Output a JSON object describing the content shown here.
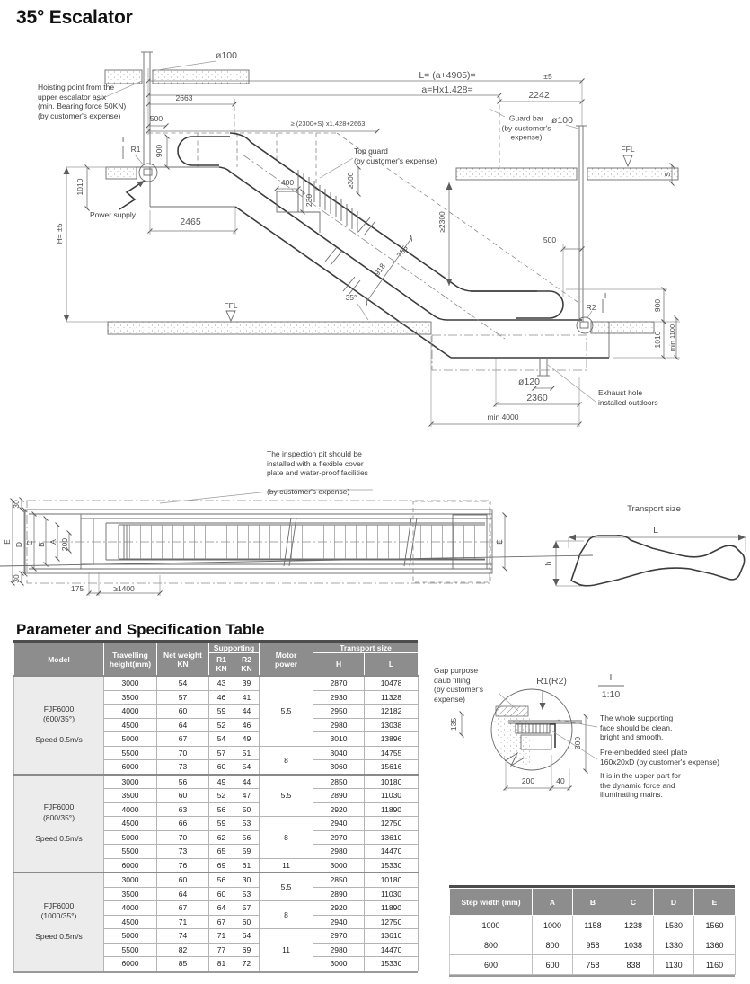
{
  "page": {
    "title": "35° Escalator",
    "table_heading": "Parameter and Specification Table"
  },
  "side_view": {
    "dia100_top": "ø100",
    "hoist_note": "Hoisting point from the\nupper escalator asix\n(min. Bearing force 50KN)\n(by customer's expense)",
    "dim_L": "L= (a+4905)=",
    "tol_L": "±5",
    "dim_a": "a=Hx1.428=",
    "dim_2242": "2242",
    "dim_2663": "2663",
    "formula": "≥ (2300+S) x1.428+2663",
    "dim_500_top": "500",
    "dim_900_left": "900",
    "r1": "R1",
    "section_left": "I",
    "guard_bar": "Guard bar\n(by customer's\nexpense)",
    "dia100_right": "ø100",
    "ffl_right": "FFL",
    "s_right": "S",
    "top_guard": "Top guard\n(by customer's expense)",
    "dim_ge300": "≥300",
    "dim_400": "400",
    "dim_230": "230",
    "dim_ge2300": "≥2300",
    "dim_500_right": "500",
    "power_supply": "Power supply",
    "dim_1010_left": "1010",
    "dim_2465": "2465",
    "dim_H": "H= ±5",
    "ffl_bottom": "FFL",
    "dim_765": "765",
    "dim_918": "918",
    "angle": "35°",
    "r2": "R2",
    "section_right": "I",
    "dim_900_right": "900",
    "dim_1010_right": "1010",
    "dim_min1100": "min 1100",
    "dia120": "ø120",
    "dim_2360": "2360",
    "dim_min4000": "min 4000",
    "exhaust_note": "Exhaust hole\ninstalled outdoors"
  },
  "plan_view": {
    "pit_note": "The inspection pit should be\ninstalled with a flexible cover\nplate and water-proof facilities",
    "pit_note2": "(by customer's expense)",
    "dim_30_top": "30",
    "dim_E": "E",
    "dim_D": "D",
    "dim_C": "C",
    "dim_B": "B",
    "dim_A": "A",
    "dim_200": "200",
    "dim_30_bottom": "30",
    "dim_175": "175",
    "dim_1400": "≥1400",
    "dim_E_right": "E"
  },
  "transport": {
    "title": "Transport size",
    "dim_L": "L",
    "dim_h": "h"
  },
  "detail": {
    "gap_note": "Gap purpose\ndaub filling\n(by customer's\nexpense)",
    "r1r2": "R1(R2)",
    "section": "I",
    "scale": "1:10",
    "dim_135": "135",
    "dim_300": "300",
    "dim_200": "200",
    "dim_40": "40",
    "note1": "The whole supporting\nface should be clean,\nbright and smooth.",
    "note2": "Pre-embedded steel plate\n160x20xD (by customer's expense)",
    "note3": "It is in the upper part for\nthe dynamic force and\nilluminating mains."
  },
  "spec_table": {
    "headers": {
      "model": "Model",
      "height": "Travelling\nheight(mm)",
      "weight": "Net weight\nKN",
      "supporting": "Supporting",
      "r1": "R1\nKN",
      "r2": "R2\nKN",
      "motor": "Motor\npower",
      "transport": "Transport size",
      "h": "H",
      "l": "L"
    },
    "groups": [
      {
        "model": "FJF6000\n(600/35°)\n\nSpeed 0.5m/s",
        "rows": [
          [
            "3000",
            "54",
            "43",
            "39",
            "2870",
            "10478"
          ],
          [
            "3500",
            "57",
            "46",
            "41",
            "2930",
            "11328"
          ],
          [
            "4000",
            "60",
            "59",
            "44",
            "2950",
            "12182"
          ],
          [
            "4500",
            "64",
            "52",
            "46",
            "2980",
            "13038"
          ],
          [
            "5000",
            "67",
            "54",
            "49",
            "3010",
            "13896"
          ],
          [
            "5500",
            "70",
            "57",
            "51",
            "3040",
            "14755"
          ],
          [
            "6000",
            "73",
            "60",
            "54",
            "3060",
            "15616"
          ]
        ],
        "motor": [
          {
            "value": "5.5",
            "span": 5
          },
          {
            "value": "8",
            "span": 2
          }
        ]
      },
      {
        "model": "FJF6000\n(800/35°)\n\nSpeed 0.5m/s",
        "rows": [
          [
            "3000",
            "56",
            "49",
            "44",
            "2850",
            "10180"
          ],
          [
            "3500",
            "60",
            "52",
            "47",
            "2890",
            "11030"
          ],
          [
            "4000",
            "63",
            "56",
            "50",
            "2920",
            "11890"
          ],
          [
            "4500",
            "66",
            "59",
            "53",
            "2940",
            "12750"
          ],
          [
            "5000",
            "70",
            "62",
            "56",
            "2970",
            "13610"
          ],
          [
            "5500",
            "73",
            "65",
            "59",
            "2980",
            "14470"
          ],
          [
            "6000",
            "76",
            "69",
            "61",
            "3000",
            "15330"
          ]
        ],
        "motor": [
          {
            "value": "5.5",
            "span": 3
          },
          {
            "value": "8",
            "span": 3
          },
          {
            "value": "11",
            "span": 1
          }
        ]
      },
      {
        "model": "FJF6000\n(1000/35°)\n\nSpeed 0.5m/s",
        "rows": [
          [
            "3000",
            "60",
            "56",
            "30",
            "2850",
            "10180"
          ],
          [
            "3500",
            "64",
            "60",
            "53",
            "2890",
            "11030"
          ],
          [
            "4000",
            "67",
            "64",
            "57",
            "2920",
            "11890"
          ],
          [
            "4500",
            "71",
            "67",
            "60",
            "2940",
            "12750"
          ],
          [
            "5000",
            "74",
            "71",
            "64",
            "2970",
            "13610"
          ],
          [
            "5500",
            "82",
            "77",
            "69",
            "2980",
            "14470"
          ],
          [
            "6000",
            "85",
            "81",
            "72",
            "3000",
            "15330"
          ]
        ],
        "motor": [
          {
            "value": "5.5",
            "span": 2
          },
          {
            "value": "8",
            "span": 2
          },
          {
            "value": "11",
            "span": 3
          }
        ]
      }
    ]
  },
  "step_table": {
    "headers": [
      "Step width (mm)",
      "A",
      "B",
      "C",
      "D",
      "E"
    ],
    "rows": [
      [
        "1000",
        "1000",
        "1158",
        "1238",
        "1530",
        "1560"
      ],
      [
        "800",
        "800",
        "958",
        "1038",
        "1330",
        "1360"
      ],
      [
        "600",
        "600",
        "758",
        "838",
        "1130",
        "1160"
      ]
    ]
  },
  "colors": {
    "header_gray": "#8d8d8d",
    "model_col_gray": "#ececec",
    "rule_dark": "#4c4c4c",
    "line_gray": "#6b6b6b",
    "profile_dark": "#3c3c3c"
  }
}
